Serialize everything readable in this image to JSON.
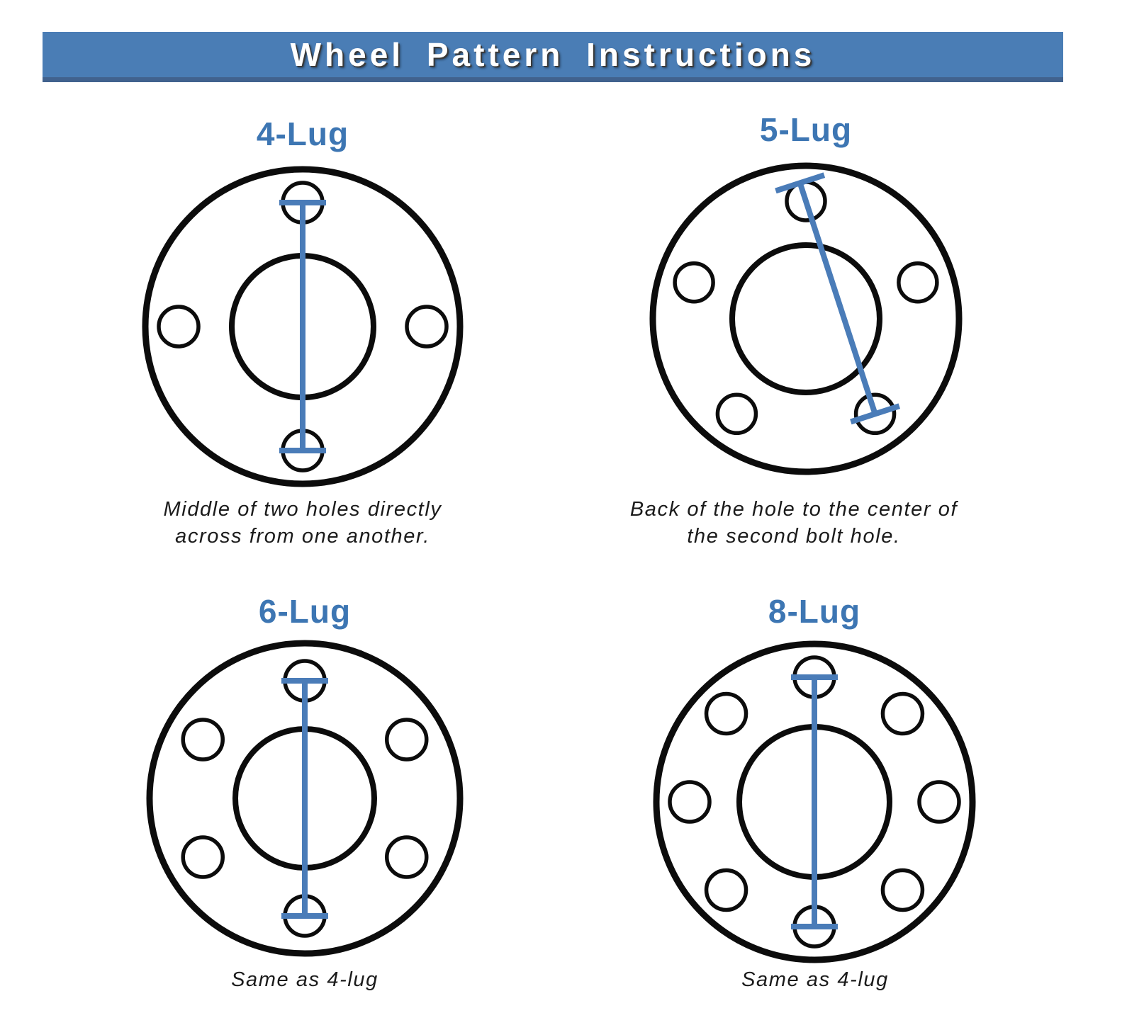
{
  "title": "Wheel Pattern Instructions",
  "colors": {
    "header_bg": "#4a7db5",
    "header_border": "#41628e",
    "label_text": "#3d76b3",
    "measure_line": "#4a7cb8",
    "diagram_stroke": "#0c0c0c",
    "caption_text": "#1b1b1b"
  },
  "wheels": [
    {
      "id": "4-lug",
      "label": "4-Lug",
      "lugs": 4,
      "measure": {
        "type": "center-to-center",
        "tick_half": 33
      },
      "caption_lines": [
        "Middle of two holes directly",
        "across from one another."
      ],
      "geometry": {
        "outer_r": 222,
        "hub_r": 100,
        "bolt_r": 175,
        "hole_r": 28
      }
    },
    {
      "id": "5-lug",
      "label": "5-Lug",
      "lugs": 5,
      "measure": {
        "type": "back-to-center",
        "target_index": 2,
        "tick_half": 36
      },
      "caption_lines": [
        "Back of the hole to the center of",
        "the second bolt hole."
      ],
      "geometry": {
        "outer_r": 216,
        "hub_r": 104,
        "bolt_r": 166,
        "hole_r": 27
      }
    },
    {
      "id": "6-lug",
      "label": "6-Lug",
      "lugs": 6,
      "measure": {
        "type": "center-to-center",
        "tick_half": 33
      },
      "caption_lines": [
        "Same as 4-lug"
      ],
      "geometry": {
        "outer_r": 219,
        "hub_r": 98,
        "bolt_r": 166,
        "hole_r": 28
      }
    },
    {
      "id": "8-lug",
      "label": "8-Lug",
      "lugs": 8,
      "measure": {
        "type": "center-to-center",
        "tick_half": 33
      },
      "caption_lines": [
        "Same as 4-lug"
      ],
      "geometry": {
        "outer_r": 223,
        "hub_r": 106,
        "bolt_r": 176,
        "hole_r": 28
      }
    }
  ]
}
